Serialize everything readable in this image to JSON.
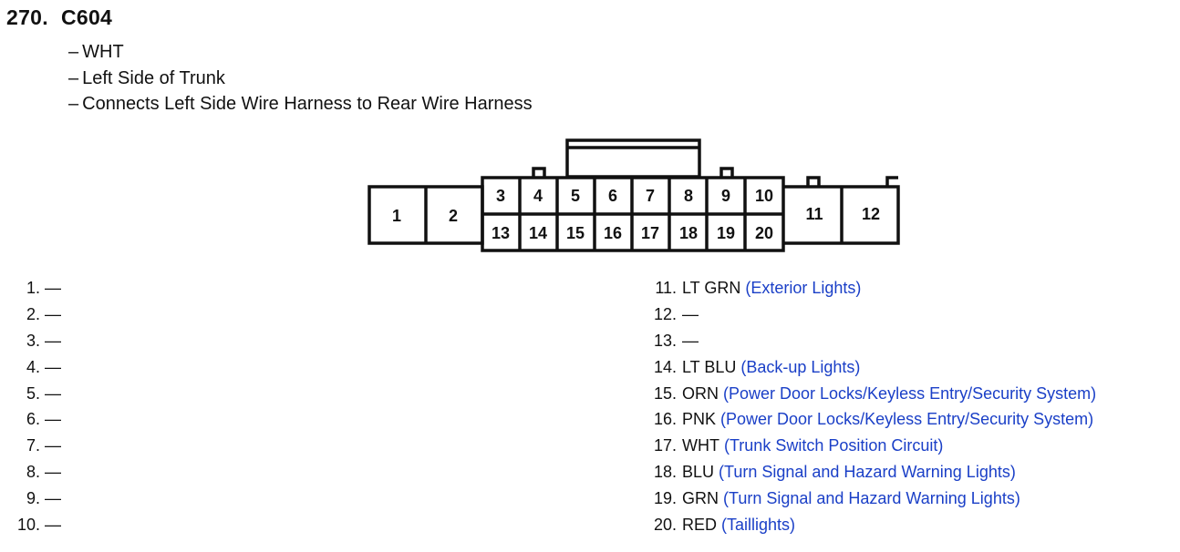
{
  "header": {
    "number": "270.",
    "connector_id": "C604"
  },
  "notes": [
    "WHT",
    "Left Side of Trunk",
    "Connects Left Side Wire Harness to Rear Wire Harness"
  ],
  "note_dash": "–",
  "connector": {
    "cavities": [
      "1",
      "2",
      "3",
      "4",
      "5",
      "6",
      "7",
      "8",
      "9",
      "10",
      "11",
      "12",
      "13",
      "14",
      "15",
      "16",
      "17",
      "18",
      "19",
      "20"
    ]
  },
  "pins_left": [
    {
      "num": "1.",
      "wire": "—",
      "desc": ""
    },
    {
      "num": "2.",
      "wire": "—",
      "desc": ""
    },
    {
      "num": "3.",
      "wire": "—",
      "desc": ""
    },
    {
      "num": "4.",
      "wire": "—",
      "desc": ""
    },
    {
      "num": "5.",
      "wire": "—",
      "desc": ""
    },
    {
      "num": "6.",
      "wire": "—",
      "desc": ""
    },
    {
      "num": "7.",
      "wire": "—",
      "desc": ""
    },
    {
      "num": "8.",
      "wire": "—",
      "desc": ""
    },
    {
      "num": "9.",
      "wire": "—",
      "desc": ""
    },
    {
      "num": "10.",
      "wire": "—",
      "desc": ""
    }
  ],
  "pins_right": [
    {
      "num": "11.",
      "wire": "LT GRN",
      "desc": "(Exterior Lights)"
    },
    {
      "num": "12.",
      "wire": "—",
      "desc": ""
    },
    {
      "num": "13.",
      "wire": "—",
      "desc": ""
    },
    {
      "num": "14.",
      "wire": "LT BLU",
      "desc": "(Back-up Lights)"
    },
    {
      "num": "15.",
      "wire": "ORN",
      "desc": "(Power Door Locks/Keyless Entry/Security System)"
    },
    {
      "num": "16.",
      "wire": "PNK",
      "desc": "(Power Door Locks/Keyless Entry/Security System)"
    },
    {
      "num": "17.",
      "wire": "WHT",
      "desc": "(Trunk Switch Position Circuit)"
    },
    {
      "num": "18.",
      "wire": "BLU",
      "desc": "(Turn Signal and Hazard Warning Lights)"
    },
    {
      "num": "19.",
      "wire": "GRN",
      "desc": "(Turn Signal and Hazard Warning Lights)"
    },
    {
      "num": "20.",
      "wire": "RED",
      "desc": "(Taillights)"
    }
  ],
  "colors": {
    "text": "#111111",
    "link_blue": "#1a3fc7",
    "outline": "#111111"
  }
}
